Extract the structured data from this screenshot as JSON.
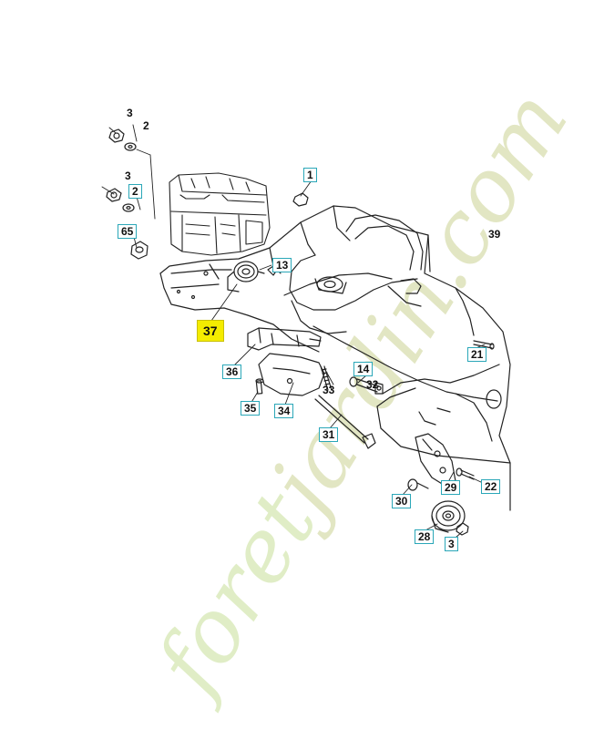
{
  "watermark": {
    "prefix": "foret",
    "suffix": "jardin.com"
  },
  "colors": {
    "label_border": "#2aa7b8",
    "highlight": "#f4ec00",
    "linework": "#222222",
    "watermark": "#d6e8b4",
    "watermark_accent": "#e8a878"
  },
  "callouts": [
    {
      "id": "3",
      "style": "plain"
    },
    {
      "id": "2",
      "style": "plain"
    },
    {
      "id": "3",
      "style": "plain"
    },
    {
      "id": "2",
      "style": "boxed"
    },
    {
      "id": "65",
      "style": "boxed"
    },
    {
      "id": "1",
      "style": "boxed"
    },
    {
      "id": "13",
      "style": "boxed"
    },
    {
      "id": "37",
      "style": "highlight"
    },
    {
      "id": "36",
      "style": "boxed"
    },
    {
      "id": "14",
      "style": "boxed"
    },
    {
      "id": "32",
      "style": "plain"
    },
    {
      "id": "33",
      "style": "plain"
    },
    {
      "id": "35",
      "style": "boxed"
    },
    {
      "id": "34",
      "style": "boxed"
    },
    {
      "id": "31",
      "style": "boxed"
    },
    {
      "id": "21",
      "style": "boxed"
    },
    {
      "id": "39",
      "style": "plain"
    },
    {
      "id": "22",
      "style": "boxed"
    },
    {
      "id": "29",
      "style": "boxed"
    },
    {
      "id": "30",
      "style": "boxed"
    },
    {
      "id": "28",
      "style": "boxed"
    },
    {
      "id": "3",
      "style": "boxed"
    }
  ]
}
